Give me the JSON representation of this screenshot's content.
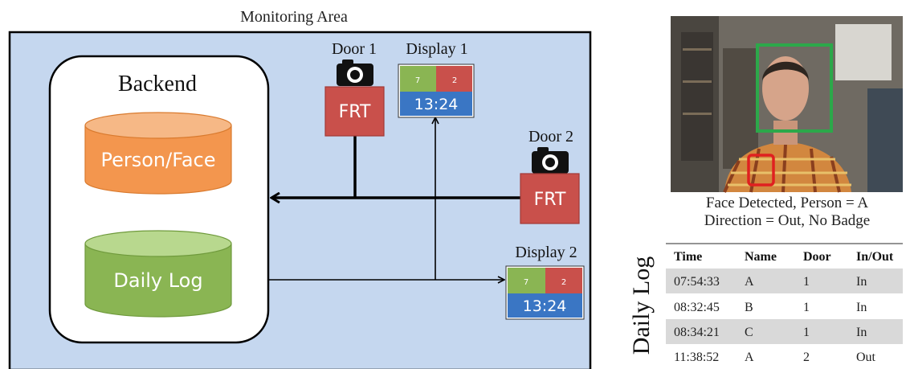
{
  "area_title": "Monitoring Area",
  "backend": {
    "title": "Backend",
    "db1": "Person/Face",
    "db2": "Daily Log"
  },
  "door1": {
    "label": "Door 1",
    "frt": "FRT"
  },
  "door2": {
    "label": "Door 2",
    "frt": "FRT"
  },
  "display1": {
    "label": "Display  1",
    "green_value": "7",
    "red_value": "2",
    "time": "13:24"
  },
  "display2": {
    "label": "Display  2",
    "green_value": "7",
    "red_value": "2",
    "time": "13:24"
  },
  "detection": {
    "line1": "Face Detected, Person = A",
    "line2": "Direction = Out, No Badge"
  },
  "log": {
    "side_label": "Daily Log",
    "headers": [
      "Time",
      "Name",
      "Door",
      "In/Out"
    ],
    "rows": [
      [
        "07:54:33",
        "A",
        "1",
        "In"
      ],
      [
        "08:32:45",
        "B",
        "1",
        "In"
      ],
      [
        "08:34:21",
        "C",
        "1",
        "In"
      ],
      [
        "11:38:52",
        "A",
        "2",
        "Out"
      ]
    ]
  },
  "colors": {
    "area_bg": "#c5d7ef",
    "frt": "#c9504b",
    "db_orange": "#f3964e",
    "db_green": "#8ab553",
    "display_green": "#8ab553",
    "display_red": "#c9504b",
    "display_blue": "#3a76c4",
    "face_box": "#2ca84a",
    "badge_box": "#e02020",
    "row_shade": "#d9d9d9"
  }
}
